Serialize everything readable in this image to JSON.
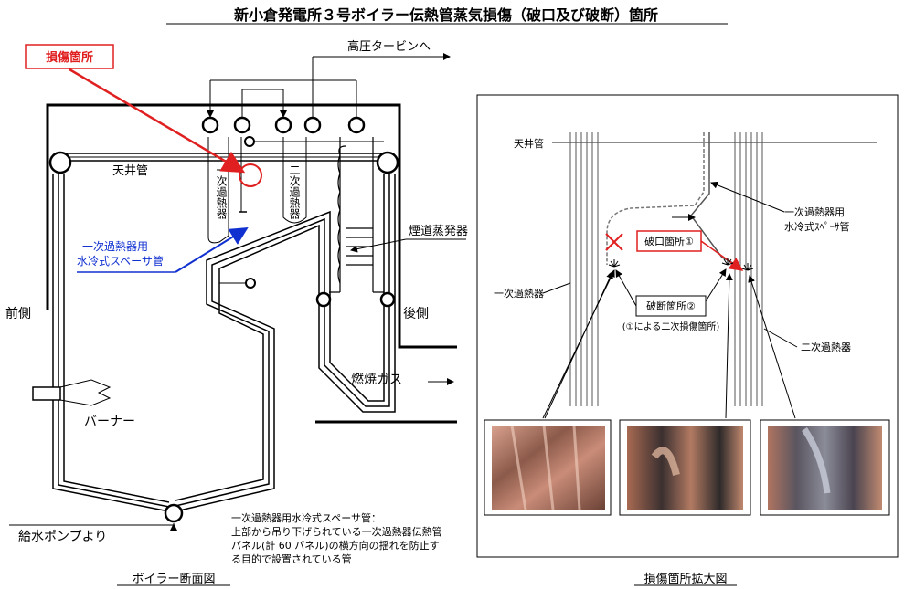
{
  "title": "新小倉発電所３号ボイラー伝熱管蒸気損傷（破口及び破断）箇所",
  "left": {
    "damage_callout": "損傷箇所",
    "high_pressure_turbine": "高圧タービンへ",
    "ceiling_tube": "天井管",
    "primary_sh_vertical": "一次過熱器",
    "secondary_sh_vertical": "二次過熱器",
    "spacer_label_line1": "一次過熱器用",
    "spacer_label_line2": "水冷式スペーサ管",
    "economizer": "煙道蒸発器",
    "front": "前側",
    "rear": "後側",
    "combustion_gas": "燃焼ガス",
    "burner": "バーナー",
    "feed_pump": "給水ポンプより",
    "note_line1": "一次過熱器用水冷式スペーサ管：",
    "note_line2": "上部から吊り下げられている一次過熱器伝熱管",
    "note_line3": "パネル(計 60 パネル)の横方向の揺れを防止す",
    "note_line4": "る目的で設置されている管",
    "caption": "ボイラー断面図"
  },
  "right": {
    "ceiling_tube": "天井管",
    "spacer_line1": "一次過熱器用",
    "spacer_line2": "水冷式ｽﾍﾟｰｻ管",
    "rupture_point": "破口箇所①",
    "break_point": "破断箇所②",
    "secondary_damage": "(①による二次損傷箇所)",
    "primary_sh": "一次過熱器",
    "secondary_sh": "二次過熱器",
    "caption": "損傷箇所拡大図"
  },
  "colors": {
    "damage_red": "#e02020",
    "spacer_blue": "#1030d0",
    "frame": "#000000"
  }
}
